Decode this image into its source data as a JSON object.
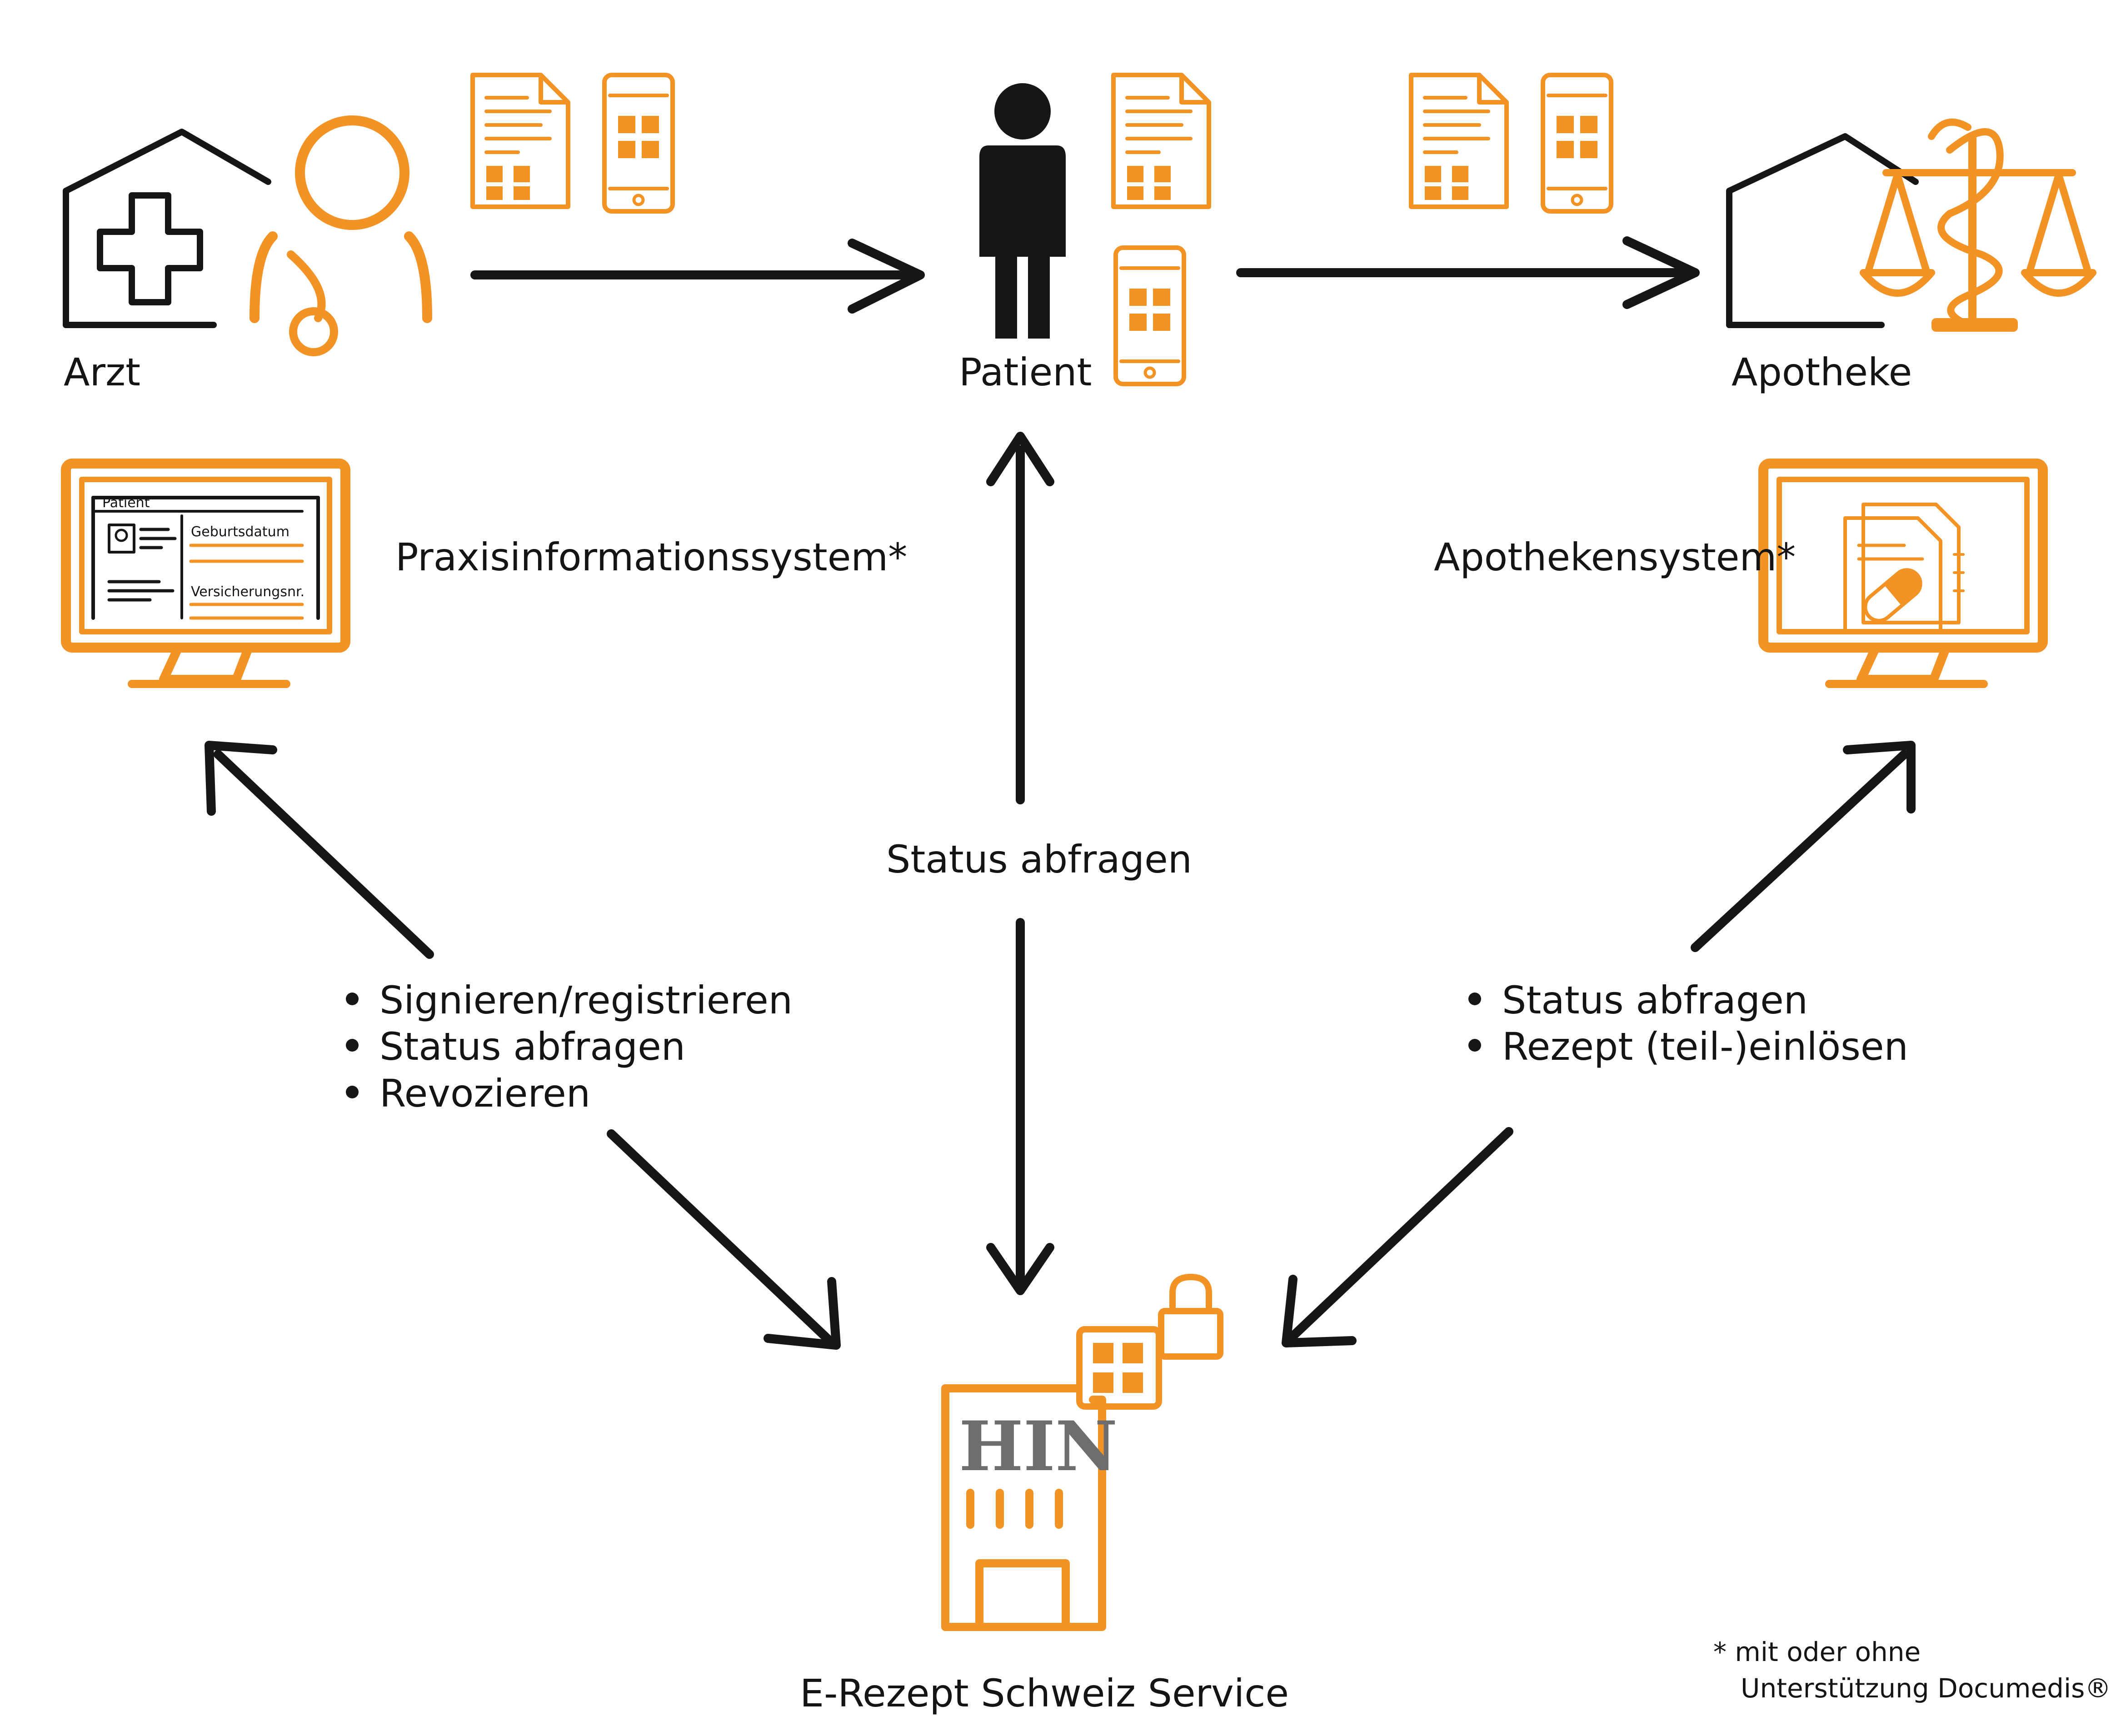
{
  "nodes": {
    "arzt": "Arzt",
    "patient": "Patient",
    "apotheke": "Apotheke",
    "praxis_system": "Praxisinformationssystem*",
    "apotheken_system": "Apothekensystem*",
    "service": "E-Rezept Schweiz Service"
  },
  "screen_labels": {
    "patient": "Patient",
    "geburtsdatum": "Geburtsdatum",
    "versicherung": "Versicherungsnr."
  },
  "building_logo": "HIN",
  "center_edge": {
    "label": "Status abfragen"
  },
  "left_edge": {
    "items": [
      "Signieren/registrieren",
      "Status abfragen",
      "Revozieren"
    ]
  },
  "right_edge": {
    "items": [
      "Status abfragen",
      "Rezept (teil-)einlösen"
    ]
  },
  "footnote": {
    "line1": "* mit oder ohne",
    "line2": "Unterstützung Documedis®"
  },
  "colors": {
    "accent": "#f39325",
    "ink": "#161616",
    "logo_gray": "#6e6e6e"
  },
  "icons": [
    "hospital-icon",
    "doctor-icon",
    "prescription-document-icon",
    "smartphone-qr-icon",
    "person-icon",
    "pharmacy-icon",
    "caduceus-scale-icon",
    "monitor-icon",
    "building-icon",
    "lock-icon",
    "qr-code-icon"
  ]
}
